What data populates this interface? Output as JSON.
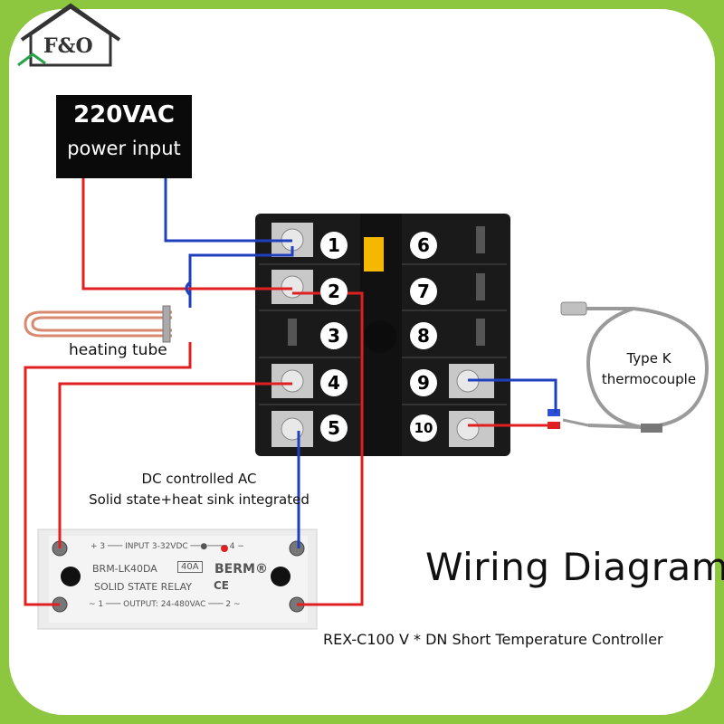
{
  "logo": {
    "text": "F&O"
  },
  "power": {
    "title": "220VAC",
    "subtitle": "power input"
  },
  "heater": {
    "label": "heating tube"
  },
  "thermocouple": {
    "line1": "Type K",
    "line2": "thermocouple"
  },
  "ssr_description": {
    "line1": "DC controlled AC",
    "line2": "Solid state+heat sink integrated"
  },
  "ssr": {
    "input_line": "+ 3 ─── INPUT 3-32VDC ──●──── 4 −",
    "model": "BRM-LK40DA",
    "amp": "40A",
    "brand": "BERM®",
    "ce": "CE",
    "type": "SOLID STATE RELAY",
    "output_line": "~ 1 ─── OUTPUT: 24-480VAC ─── 2 ~"
  },
  "controller": {
    "terminals_left": [
      "1",
      "2",
      "3",
      "4",
      "5"
    ],
    "terminals_right": [
      "6",
      "7",
      "8",
      "9",
      "10"
    ]
  },
  "title": "Wiring Diagram",
  "subtitle": "REX-C100 V * DN Short Temperature Controller",
  "colors": {
    "frame_green": "#8dc63f",
    "wire_red": "#e02020",
    "wire_blue": "#1f3fbf",
    "controller_body": "#1a1a1a"
  }
}
